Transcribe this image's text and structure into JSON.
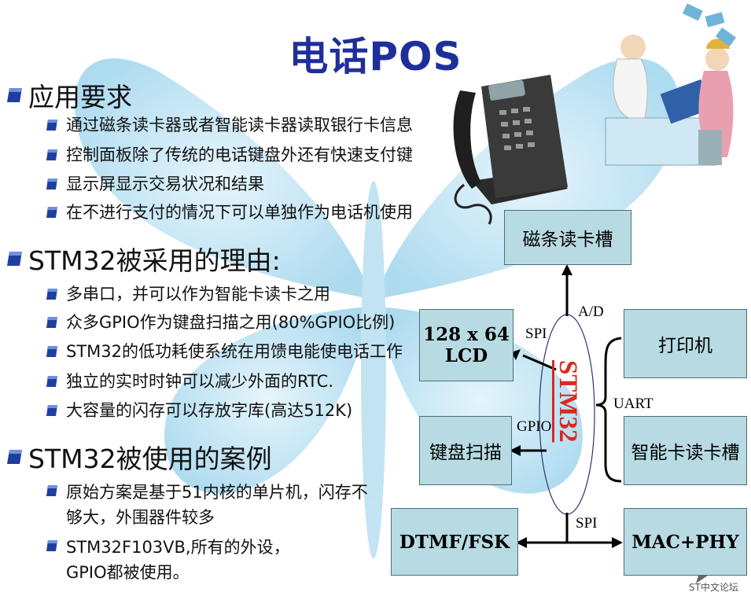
{
  "title": "电话POS",
  "sections": [
    {
      "heading": "应用要求",
      "items": [
        "通过磁条读卡器或者智能读卡器读取银行卡信息",
        "控制面板除了传统的电话键盘外还有快速支付键",
        "显示屏显示交易状况和结果",
        "在不进行支付的情况下可以单独作为电话机使用"
      ]
    },
    {
      "heading": "STM32被采用的理由:",
      "items": [
        "多串口，并可以作为智能卡读卡之用",
        "众多GPIO作为键盘扫描之用(80%GPIO比例)",
        "STM32的低功耗使系统在用馈电能使电话工作",
        "独立的实时时钟可以减少外面的RTC.",
        "大容量的闪存可以存放字库(高达512K)"
      ]
    },
    {
      "heading": "STM32被使用的案例",
      "items": [
        "原始方案是基于51内核的单片机，闪存不够大，外围器件较多",
        "STM32F103VB,所有的外设，GPIO都被使用。"
      ]
    }
  ],
  "diagram": {
    "center": "STM32",
    "blocks": {
      "magstripe": "磁条读卡槽",
      "lcd_line1": "128 x 64",
      "lcd_line2": "LCD",
      "keypad": "键盘扫描",
      "dtmf": "DTMF/FSK",
      "printer": "打印机",
      "smartcard": "智能卡读卡槽",
      "mac": "MAC+PHY"
    },
    "labels": {
      "ad": "A/D",
      "spi_top": "SPI",
      "gpio": "GPIO",
      "uart": "UART",
      "spi_bottom": "SPI"
    }
  },
  "watermark": "ST中文论坛",
  "colors": {
    "title": "#1f2f9a",
    "box_fill": "#b8dbe3",
    "stm32": "#d82a1e",
    "butterfly": "#a8d8ee",
    "bullet": "#1f3fa0"
  },
  "icons": [
    "bullet-icon",
    "telephone-icon",
    "shopper-illustration-icon",
    "chat-bubble-icon"
  ]
}
